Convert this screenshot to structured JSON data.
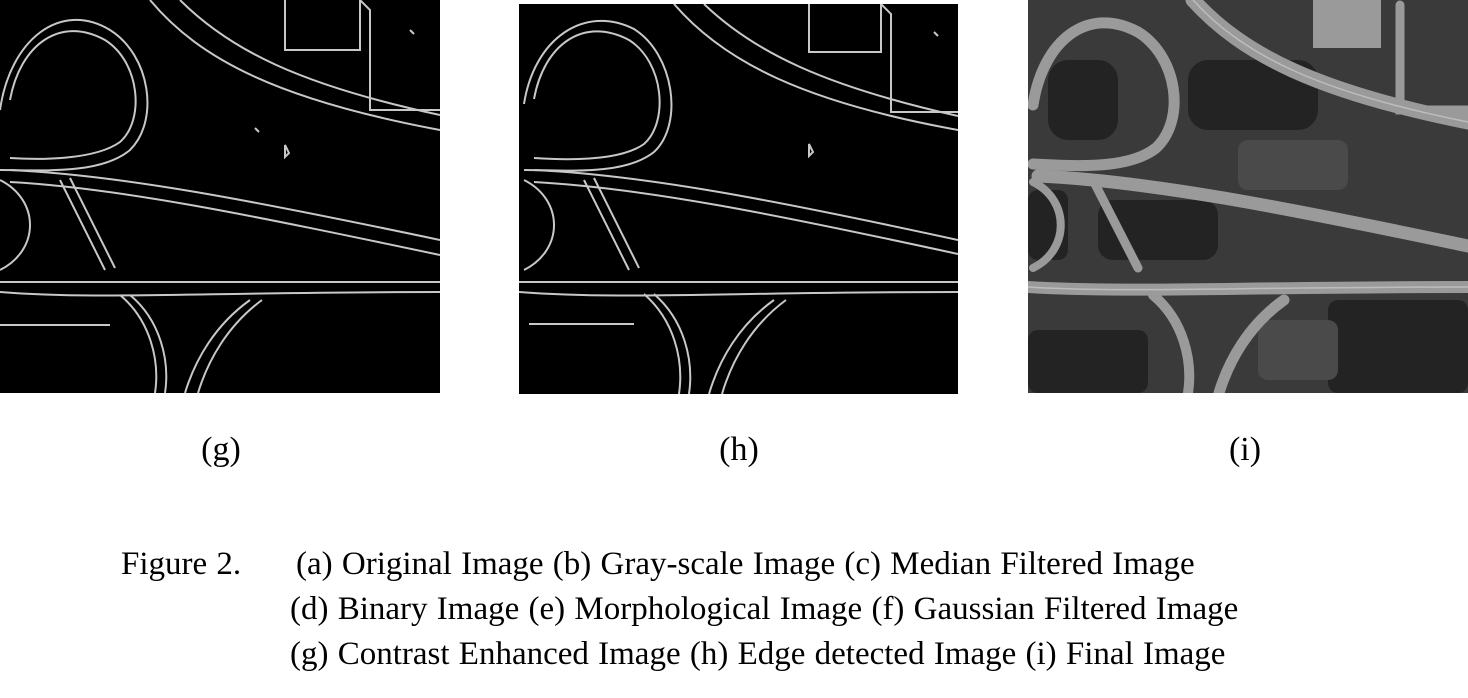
{
  "panels": [
    {
      "id": "g",
      "label": "(g)",
      "content": "contrast-enhanced-image"
    },
    {
      "id": "h",
      "label": "(h)",
      "content": "edge-detected-image"
    },
    {
      "id": "i",
      "label": "(i)",
      "content": "final-image"
    }
  ],
  "caption": {
    "prefix": "Figure 2.",
    "lines": [
      "(a) Original Image (b) Gray-scale Image (c) Median Filtered Image",
      "(d) Binary Image (e) Morphological Image (f) Gaussian Filtered Image",
      "(g) Contrast Enhanced Image (h) Edge detected Image (i) Final Image"
    ]
  },
  "colors": {
    "edge_background": "#000000",
    "edge_line": "#c8c8c8",
    "aerial_background": "#3a3a3a",
    "road_fill": "#9a9a9a",
    "text": "#000000"
  }
}
